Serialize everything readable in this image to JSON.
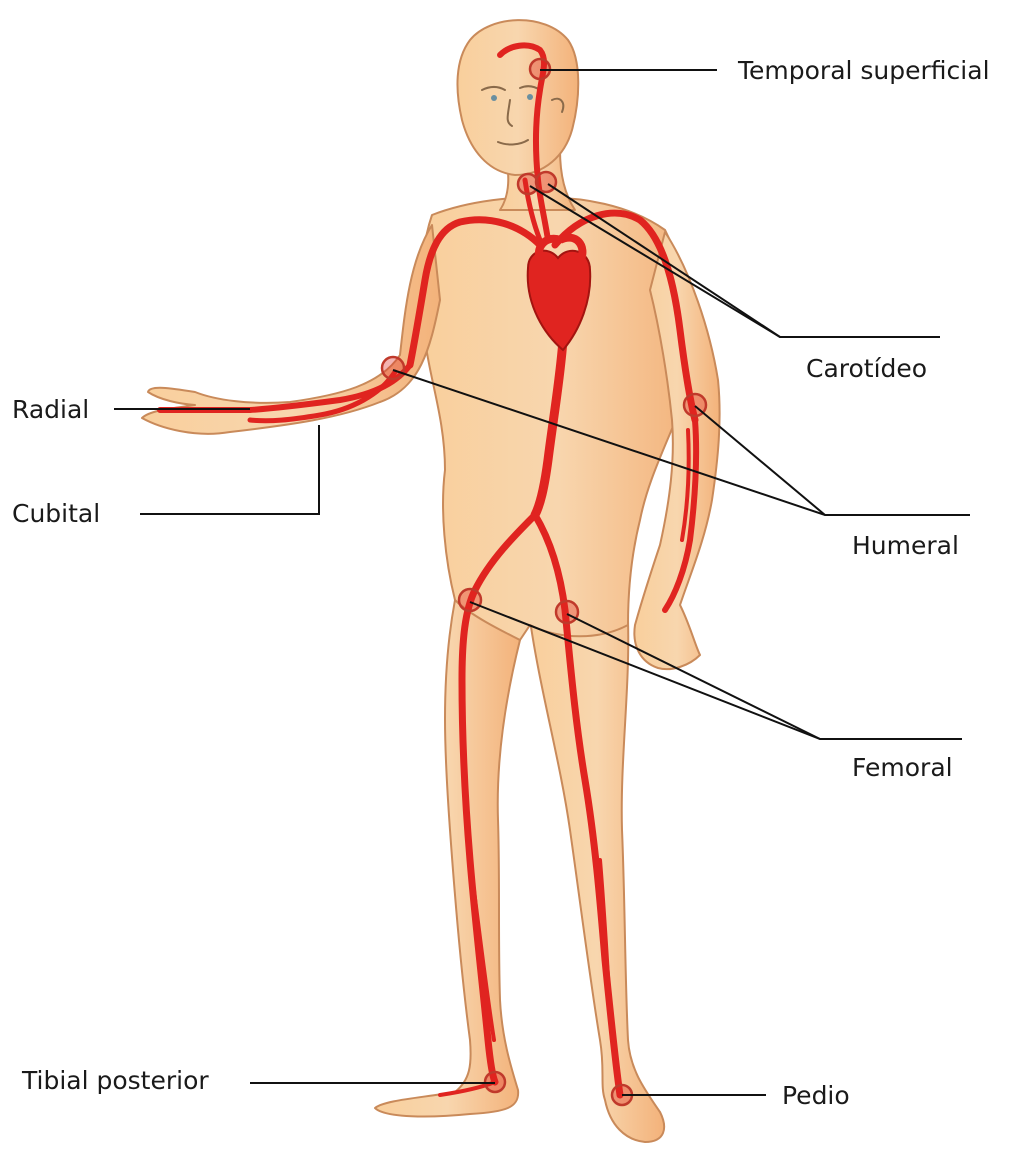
{
  "colors": {
    "skin": "#f7c48c",
    "skin_light": "#fbdcb6",
    "skin_outline": "#c98a5a",
    "artery": "#e02420",
    "artery_dark": "#b8140f",
    "pulse_point_ring": "#c0392b",
    "leader_line": "#111111",
    "hair": "#efd9b5"
  },
  "labels": {
    "temporal": "Temporal superficial",
    "carotid": "Carotídeo",
    "radial": "Radial",
    "cubital": "Cubital",
    "humeral": "Humeral",
    "femoral": "Femoral",
    "tibial": "Tibial posterior",
    "pedio": "Pedio"
  }
}
